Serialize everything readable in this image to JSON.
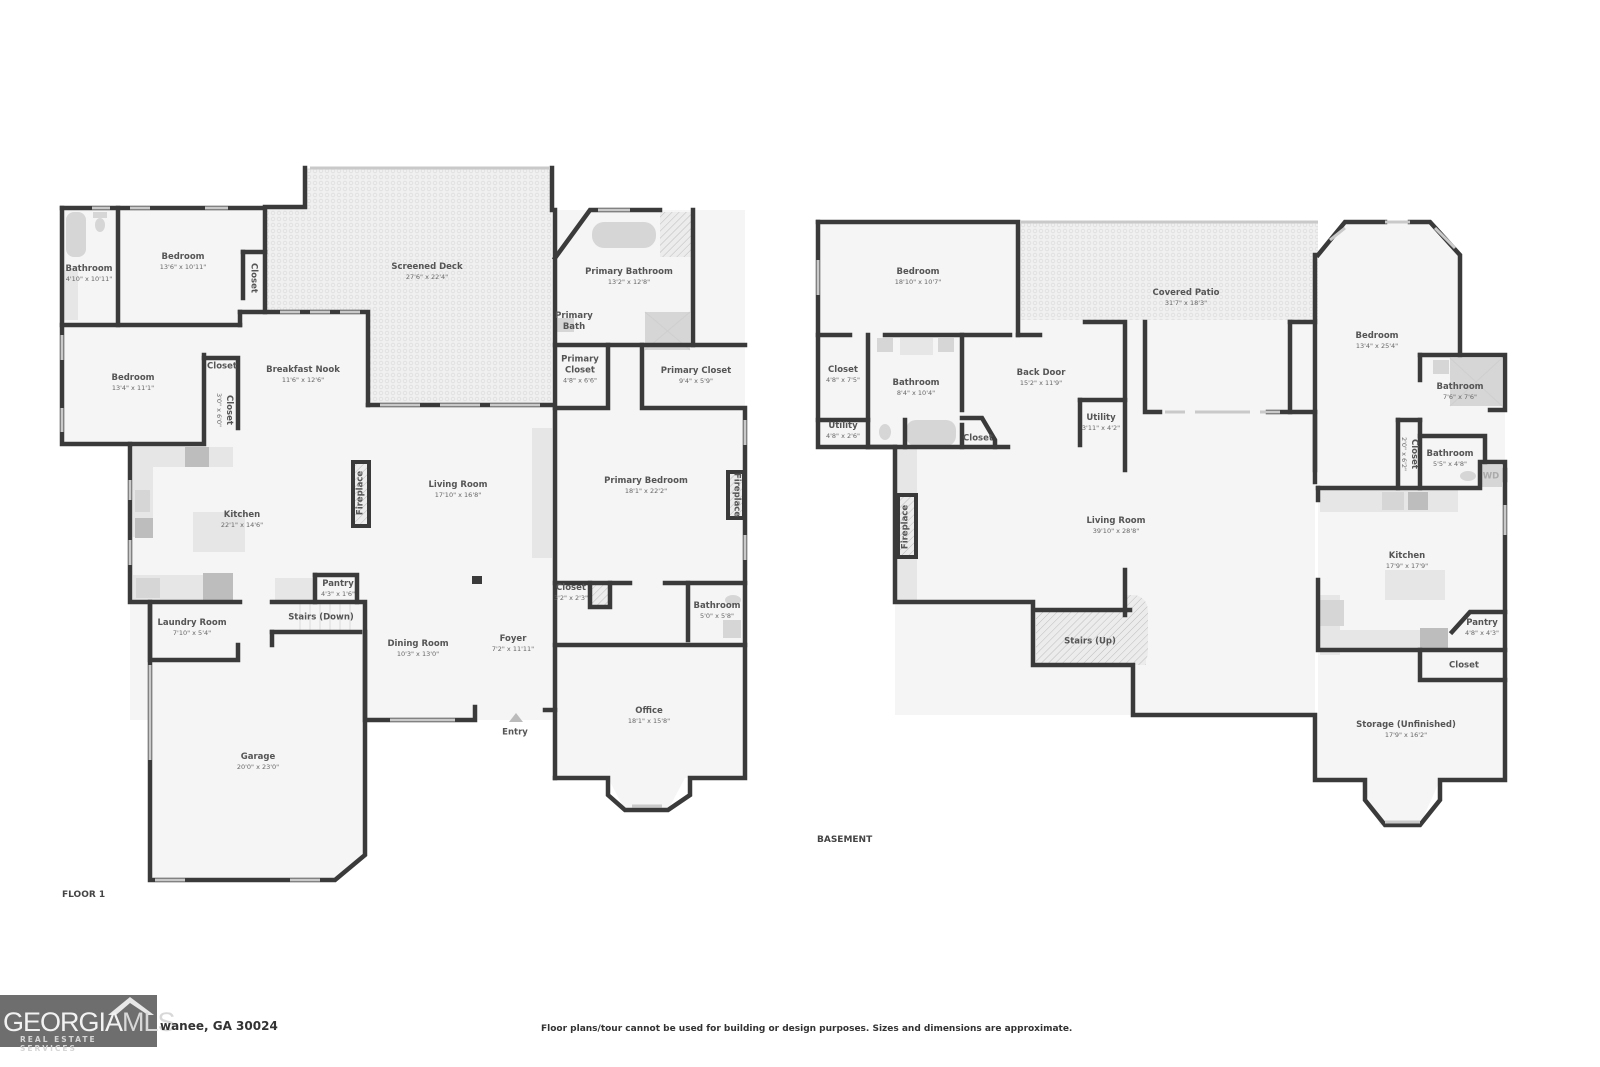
{
  "floors": [
    {
      "title": "FLOOR 1",
      "rooms": [
        {
          "name": "Bathroom",
          "dims": "4'10\" x 10'11\""
        },
        {
          "name": "Bedroom",
          "dims": "13'6\" x 10'11\""
        },
        {
          "name": "Closet",
          "dims": ""
        },
        {
          "name": "Screened Deck",
          "dims": "27'6\" x 22'4\""
        },
        {
          "name": "Primary Bathroom",
          "dims": "13'2\" x 12'8\""
        },
        {
          "name": "Primary Bath",
          "dims": ""
        },
        {
          "name": "Bedroom",
          "dims": "13'4\" x 11'1\""
        },
        {
          "name": "Closet",
          "dims": ""
        },
        {
          "name": "Closet",
          "dims": "3'0\" x 6'0\""
        },
        {
          "name": "Breakfast Nook",
          "dims": "11'6\" x 12'6\""
        },
        {
          "name": "Primary Closet",
          "dims": "4'8\" x 6'6\""
        },
        {
          "name": "Primary Closet",
          "dims": "9'4\" x 5'9\""
        },
        {
          "name": "Kitchen",
          "dims": "22'1\" x 14'6\""
        },
        {
          "name": "Fireplace",
          "dims": ""
        },
        {
          "name": "Living Room",
          "dims": "17'10\" x 16'8\""
        },
        {
          "name": "Primary Bedroom",
          "dims": "18'1\" x 22'2\""
        },
        {
          "name": "Fireplace",
          "dims": ""
        },
        {
          "name": "Pantry",
          "dims": "4'3\" x 1'6\""
        },
        {
          "name": "Stairs (Down)",
          "dims": ""
        },
        {
          "name": "Laundry Room",
          "dims": "7'10\" x 5'4\""
        },
        {
          "name": "Closet",
          "dims": "3'2\" x 2'3\""
        },
        {
          "name": "Bathroom",
          "dims": "5'0\" x 5'8\""
        },
        {
          "name": "Dining Room",
          "dims": "10'3\" x 13'0\""
        },
        {
          "name": "Foyer",
          "dims": "7'2\" x 11'11\""
        },
        {
          "name": "Office",
          "dims": "18'1\" x 15'8\""
        },
        {
          "name": "Garage",
          "dims": "20'0\" x 23'0\""
        }
      ],
      "entry_label": "Entry"
    },
    {
      "title": "BASEMENT",
      "rooms": [
        {
          "name": "Bedroom",
          "dims": "18'10\" x 10'7\""
        },
        {
          "name": "Covered Patio",
          "dims": "31'7\" x 18'3\""
        },
        {
          "name": "Bedroom",
          "dims": "13'4\" x 25'4\""
        },
        {
          "name": "Closet",
          "dims": "4'8\" x 7'5\""
        },
        {
          "name": "Bathroom",
          "dims": "8'4\" x 10'4\""
        },
        {
          "name": "Back Door",
          "dims": "15'2\" x 11'9\""
        },
        {
          "name": "Utility",
          "dims": "3'11\" x 4'2\""
        },
        {
          "name": "Bathroom",
          "dims": "7'6\" x 7'6\""
        },
        {
          "name": "Utility",
          "dims": "4'8\" x 2'6\""
        },
        {
          "name": "Closet",
          "dims": ""
        },
        {
          "name": "Closet",
          "dims": "2'0\" x 6'2\""
        },
        {
          "name": "Bathroom",
          "dims": "5'5\" x 4'8\""
        },
        {
          "name": "WD",
          "dims": ""
        },
        {
          "name": "Fireplace",
          "dims": ""
        },
        {
          "name": "Living Room",
          "dims": "39'10\" x 28'8\""
        },
        {
          "name": "Kitchen",
          "dims": "17'9\" x 17'9\""
        },
        {
          "name": "Pantry",
          "dims": "4'8\" x 4'3\""
        },
        {
          "name": "Stairs (Up)",
          "dims": ""
        },
        {
          "name": "Closet",
          "dims": ""
        },
        {
          "name": "Storage (Unfinished)",
          "dims": "17'9\" x 16'2\""
        }
      ]
    }
  ],
  "footer": {
    "logo_main": "GEORGIA",
    "logo_accent": "MLS",
    "logo_sub": "REAL ESTATE SERVICES",
    "address": "wanee, GA 30024",
    "disclaimer": "Floor plans/tour cannot be used for building or design purposes. Sizes and dimensions are approximate."
  },
  "colors": {
    "wall": "#3a3a3a",
    "floor": "#f5f5f5",
    "fixture": "#d6d6d6",
    "logo_bg": "#6e6e6e"
  }
}
